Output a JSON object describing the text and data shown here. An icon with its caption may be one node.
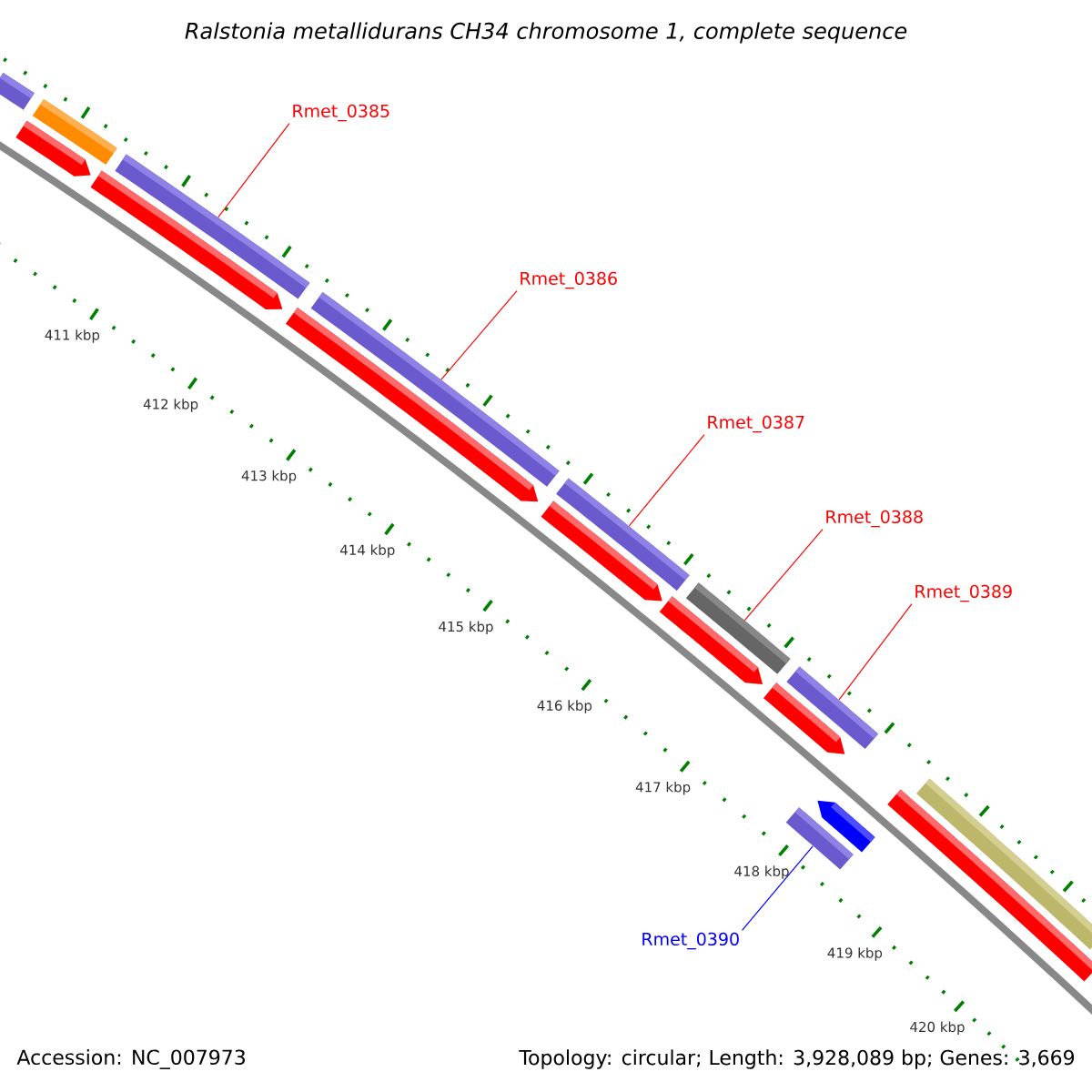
{
  "diagram": {
    "title": "Ralstonia metallidurans CH34 chromosome 1, complete sequence",
    "nodes": [
      {
        "text": [
          "Rmet_0385"
        ]
      },
      {
        "text": [
          "Rmet_0386"
        ]
      },
      {
        "text": [
          "Rmet_0387"
        ]
      },
      {
        "text": [
          "Rmet_0388"
        ]
      },
      {
        "text": [
          "Rmet_0389"
        ]
      },
      {
        "text": [
          "Rmet_0390"
        ]
      },
      {
        "text": [],
        "shape": "bar"
      },
      {
        "text": [],
        "shape": "pentagon"
      },
      {
        "text": [],
        "shape": "bar"
      },
      {
        "text": [],
        "shape": "pentagon"
      },
      {
        "text": [],
        "shape": "bar"
      },
      {
        "text": [],
        "shape": "pentagon"
      },
      {
        "text": [],
        "shape": "bar"
      },
      {
        "text": [],
        "shape": "pentagon"
      },
      {
        "text": [],
        "shape": "bar"
      },
      {
        "text": [],
        "shape": "pentagon"
      },
      {
        "text": [],
        "shape": "bar"
      },
      {
        "text": [],
        "shape": "pentagon"
      },
      {
        "text": [],
        "shape": "bar"
      },
      {
        "text": [],
        "shape": "bar"
      },
      {
        "text": [],
        "shape": "pentagon"
      },
      {
        "text": [],
        "shape": "bar"
      },
      {
        "text": [],
        "shape": "bar"
      }
    ],
    "edges": [
      {
        "from": 0,
        "to": 10,
        "arrow": "none"
      },
      {
        "from": 1,
        "to": 12,
        "arrow": "none"
      },
      {
        "from": 2,
        "to": 14,
        "arrow": "none"
      },
      {
        "from": 3,
        "to": 16,
        "arrow": "none"
      },
      {
        "from": 4,
        "to": 18,
        "arrow": "none"
      },
      {
        "from": 5,
        "to": 19,
        "arrow": "none",
        "color": "#0000ff"
      }
    ],
    "labels": [
      "411 kbp",
      "412 kbp",
      "413 kbp",
      "414 kbp",
      "415 kbp",
      "416 kbp",
      "417 kbp",
      "418 kbp",
      "419 kbp",
      "420 kbp",
      "Accession: NC_007973",
      "Topology: circular; Length: 3,928,089 bp; Genes: 3,669"
    ]
  }
}
